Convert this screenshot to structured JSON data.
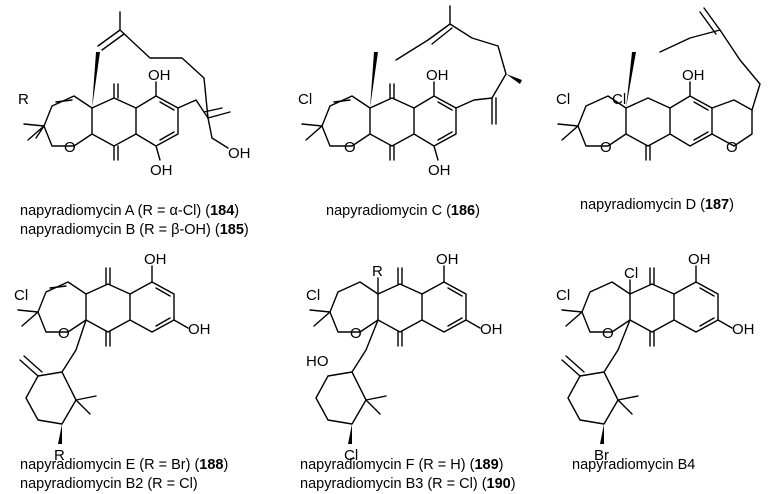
{
  "compounds": [
    {
      "lines": [
        {
          "text": "napyradiomycin A (R = α-Cl) (",
          "num": "184",
          "close": ")"
        },
        {
          "text": "napyradiomycin B (R = β-OH) (",
          "num": "185",
          "close": ")"
        }
      ],
      "atoms": {
        "r": "R",
        "oh1": "OH",
        "oh2": "OH",
        "oh3": "OH",
        "o": "O"
      }
    },
    {
      "lines": [
        {
          "text": "napyradiomycin C (",
          "num": "186",
          "close": ")"
        }
      ],
      "atoms": {
        "cl": "Cl",
        "oh1": "OH",
        "oh2": "OH",
        "o": "O"
      }
    },
    {
      "lines": [
        {
          "text": "napyradiomycin D (",
          "num": "187",
          "close": ")"
        }
      ],
      "atoms": {
        "cl1": "Cl",
        "cl2": "Cl",
        "oh": "OH",
        "o1": "O",
        "o2": "O"
      }
    },
    {
      "lines": [
        {
          "text": "napyradiomycin E (R = Br) (",
          "num": "188",
          "close": ")"
        },
        {
          "text": "napyradiomycin B2 (R = Cl)",
          "num": "",
          "close": ""
        }
      ],
      "atoms": {
        "cl": "Cl",
        "oh1": "OH",
        "oh2": "OH",
        "o": "O",
        "r": "R"
      }
    },
    {
      "lines": [
        {
          "text": "napyradiomycin F (R = H) (",
          "num": "189",
          "close": ")"
        },
        {
          "text": "napyradiomycin B3 (R = Cl) (",
          "num": "190",
          "close": ")"
        }
      ],
      "atoms": {
        "cl1": "Cl",
        "r": "R",
        "ho": "HO",
        "oh1": "OH",
        "oh2": "OH",
        "o": "O",
        "cl2": "Cl"
      }
    },
    {
      "lines": [
        {
          "text": "napyradiomycin B4",
          "num": "",
          "close": ""
        }
      ],
      "atoms": {
        "cl1": "Cl",
        "cl2": "Cl",
        "oh1": "OH",
        "oh2": "OH",
        "o": "O",
        "br": "Br"
      }
    }
  ]
}
